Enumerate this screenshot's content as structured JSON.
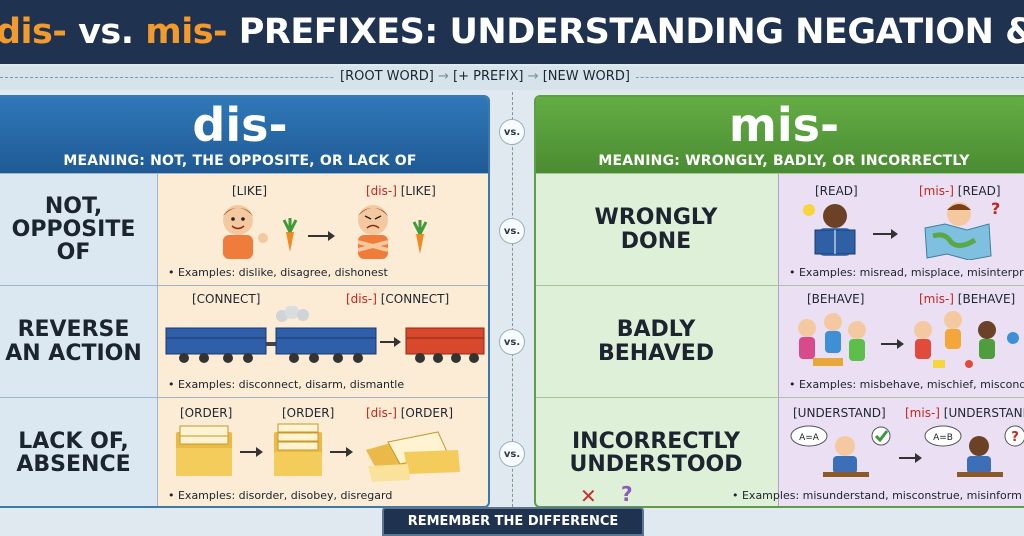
{
  "title": {
    "part1": "dis-",
    "part2": " vs. ",
    "part3": "mis-",
    "part4": " PREFIXES: UNDERSTANDING NEGATION & ERROR"
  },
  "formula": {
    "root": "[ROOT WORD]",
    "arrow": "→",
    "plus": "[+ PREFIX]",
    "new": "[NEW WORD]"
  },
  "vs_label": "vs.",
  "dis": {
    "prefix": "dis-",
    "meaning": "MEANING: NOT, THE OPPOSITE, OR LACK OF",
    "rows": [
      {
        "label_line1": "NOT,",
        "label_line2": "OPPOSITE OF",
        "base": "[LIKE]",
        "prefix_tag": "[dis-]",
        "prefixed_base": " [LIKE]",
        "examples": "• Examples: dislike, disagree, dishonest"
      },
      {
        "label_line1": "REVERSE",
        "label_line2": "AN ACTION",
        "base": "[CONNECT]",
        "prefix_tag": "[dis-]",
        "prefixed_base": " [CONNECT]",
        "examples": "• Examples: disconnect, disarm, dismantle"
      },
      {
        "label_line1": "LACK OF,",
        "label_line2": "ABSENCE",
        "base": "[ORDER]",
        "base2": "[ORDER]",
        "prefix_tag": "[dis-]",
        "prefixed_base": " [ORDER]",
        "examples": "• Examples: disorder, disobey, disregard"
      }
    ]
  },
  "mis": {
    "prefix": "mis-",
    "meaning": "MEANING: WRONGLY, BADLY, OR INCORRECTLY",
    "rows": [
      {
        "label_line1": "WRONGLY",
        "label_line2": "DONE",
        "base": "[READ]",
        "prefix_tag": "[mis-]",
        "prefixed_base": " [READ]",
        "examples": "• Examples: misread, misplace, misinterpret"
      },
      {
        "label_line1": "BADLY",
        "label_line2": "BEHAVED",
        "base": "[BEHAVE]",
        "prefix_tag": "[mis-]",
        "prefixed_base": " [BEHAVE]",
        "examples": "• Examples: misbehave, mischief, misconduct"
      },
      {
        "label_line1": "INCORRECTLY",
        "label_line2": "UNDERSTOOD",
        "base": "[UNDERSTAND]",
        "prefix_tag": "[mis-]",
        "prefixed_base": " [UNDERSTAND]",
        "bubble1": "A=A",
        "bubble2": "A=B",
        "examples": "• Examples: misunderstand, misconstrue, misinform"
      }
    ]
  },
  "marks": {
    "x": "✕",
    "q": "?"
  },
  "footer": "REMEMBER THE DIFFERENCE",
  "colors": {
    "dis_header": "#2f78b8",
    "mis_header": "#64ad44",
    "title_bar": "#1f3350",
    "title_accent": "#f29a2e",
    "prefix_red": "#c2271e"
  },
  "icons": [
    "boy-icon",
    "carrot-icon",
    "arrow-icon",
    "train-car-icon",
    "folder-icon",
    "messy-papers-icon",
    "book-icon",
    "map-icon",
    "kids-icon",
    "check-icon",
    "question-icon"
  ]
}
